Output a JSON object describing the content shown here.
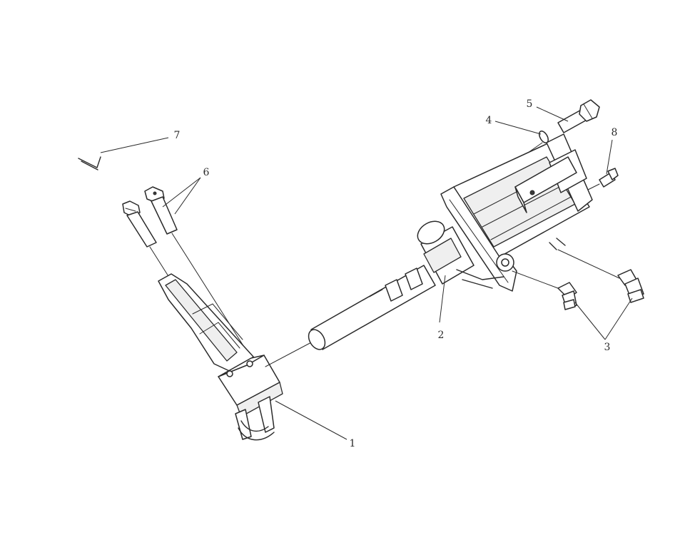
{
  "callouts": [
    {
      "id": "1",
      "label": "1"
    },
    {
      "id": "2",
      "label": "2"
    },
    {
      "id": "3",
      "label": "3"
    },
    {
      "id": "4",
      "label": "4"
    },
    {
      "id": "5",
      "label": "5"
    },
    {
      "id": "6",
      "label": "6"
    },
    {
      "id": "7",
      "label": "7"
    },
    {
      "id": "8",
      "label": "8"
    }
  ],
  "colors": {
    "line": "#2a2a2a",
    "background": "#ffffff"
  }
}
